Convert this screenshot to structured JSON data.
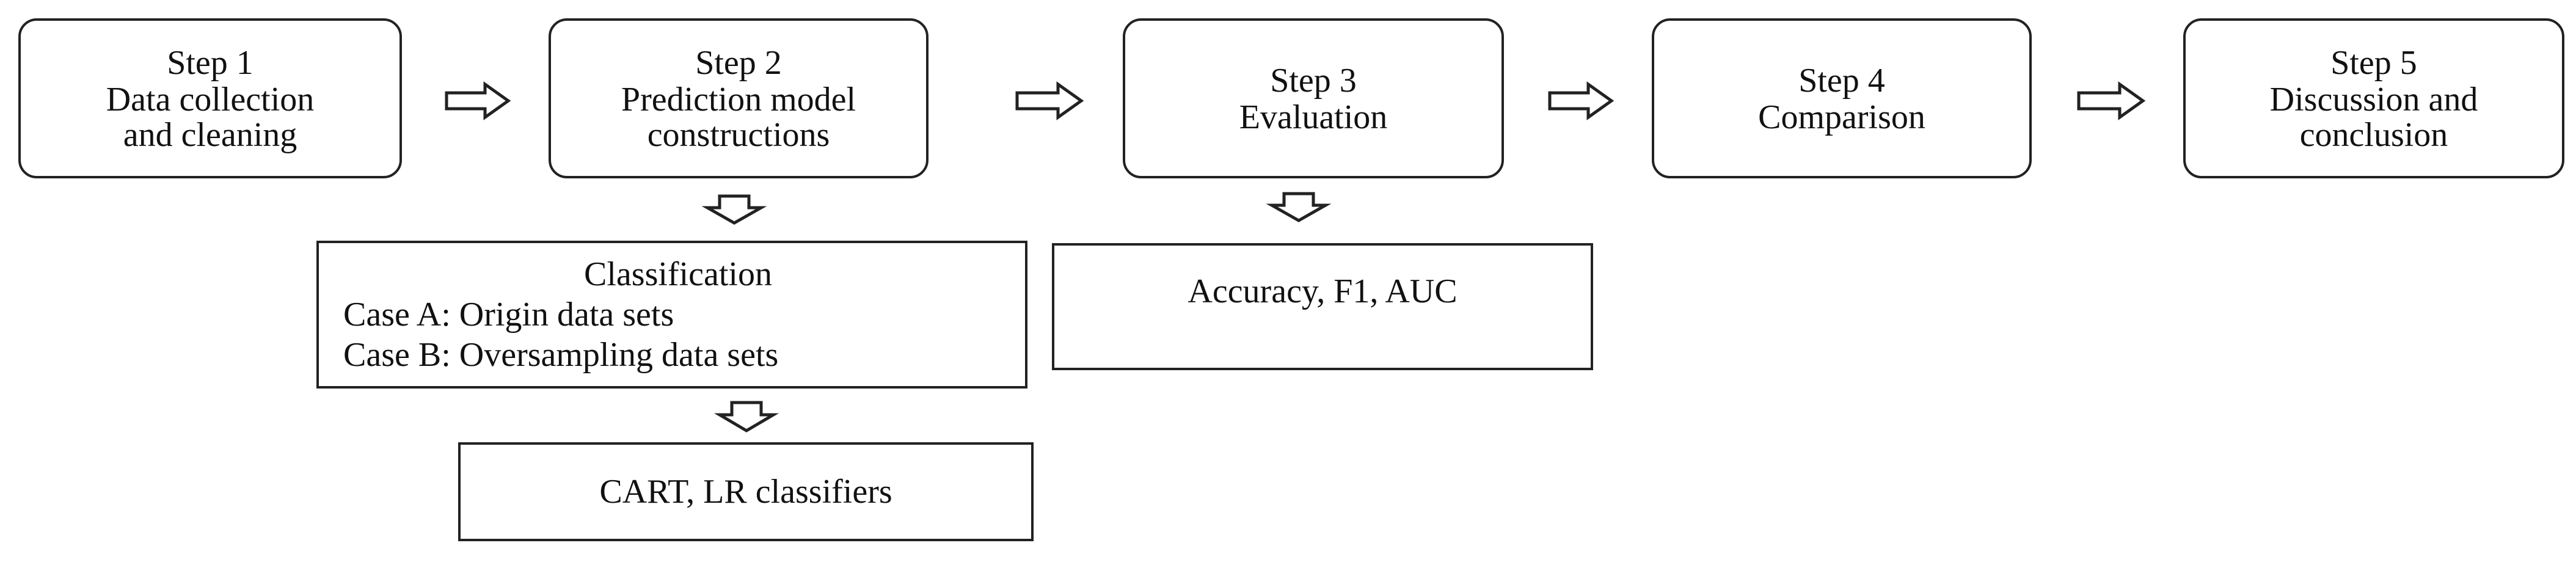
{
  "steps": [
    {
      "title": "Step 1",
      "desc": [
        "Data collection",
        "and cleaning"
      ]
    },
    {
      "title": "Step 2",
      "desc": [
        "Prediction model",
        "constructions"
      ]
    },
    {
      "title": "Step 3",
      "desc": [
        "Evaluation"
      ]
    },
    {
      "title": "Step 4",
      "desc": [
        "Comparison"
      ]
    },
    {
      "title": "Step 5",
      "desc": [
        "Discussion and",
        "conclusion"
      ]
    }
  ],
  "classification": {
    "title": "Classification",
    "case_a": "Case A: Origin data sets",
    "case_b": "Case B: Oversampling data sets"
  },
  "classifiers": "CART, LR classifiers",
  "metrics": "Accuracy, F1, AUC"
}
